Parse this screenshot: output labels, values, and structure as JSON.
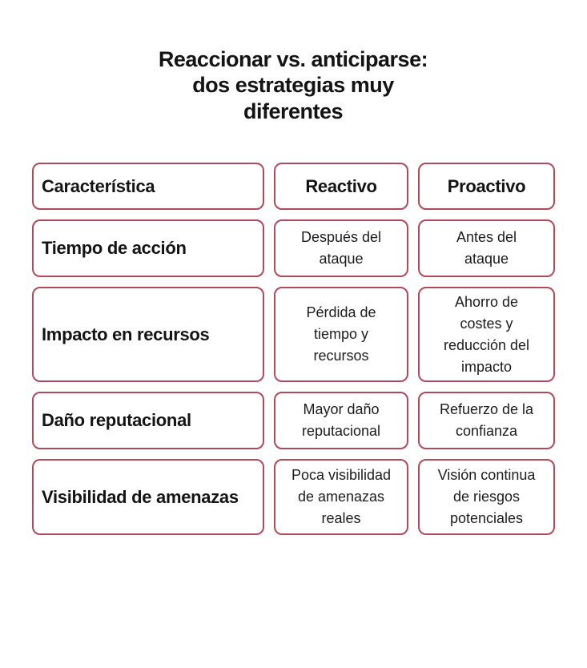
{
  "chart_data": {
    "type": "table",
    "title": "Reaccionar vs. anticiparse:\ndos estrategias muy\ndiferentes",
    "columns": [
      "Característica",
      "Reactivo",
      "Proactivo"
    ],
    "rows": [
      {
        "feature": "Tiempo de acción",
        "reactivo": "Después del\nataque",
        "proactivo": "Antes del\nataque"
      },
      {
        "feature": "Impacto en recursos",
        "reactivo": "Pérdida de\ntiempo y\nrecursos",
        "proactivo": "Ahorro de\ncostes y\nreducción del\nimpacto"
      },
      {
        "feature": "Daño reputacional",
        "reactivo": "Mayor daño\nreputacional",
        "proactivo": "Refuerzo de la\nconfianza"
      },
      {
        "feature": "Visibilidad de amenazas",
        "reactivo": "Poca visibilidad\nde amenazas\nreales",
        "proactivo": "Visión continua\nde riesgos\npotenciales"
      }
    ],
    "layout": {
      "grid": false,
      "header_row": true,
      "border_style": "rounded-outline"
    }
  },
  "colors": {
    "border": "#B04A59",
    "title_text": "#141414",
    "cell_text": "#1C1C1C",
    "background": "#FFFFFF"
  }
}
